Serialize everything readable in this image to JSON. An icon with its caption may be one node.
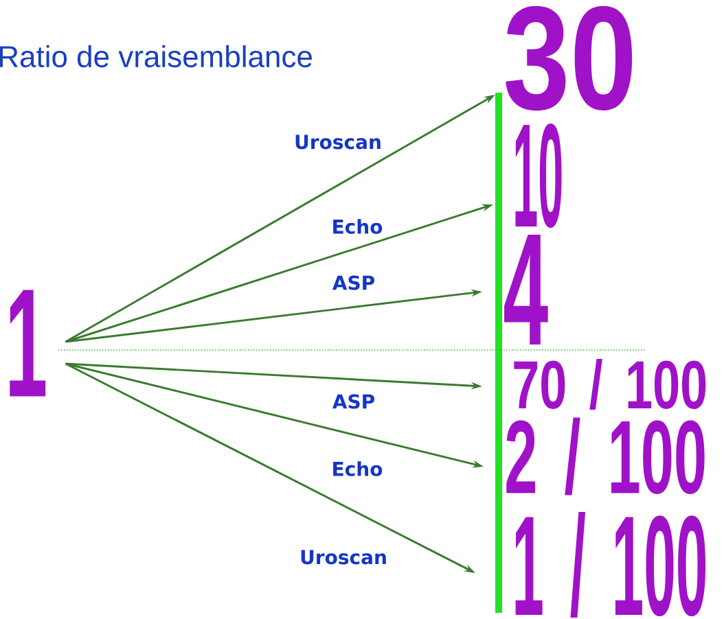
{
  "diagram": {
    "title": "Ratio de vraisemblance",
    "nodes": [
      {
        "text": [
          "1"
        ]
      },
      {
        "text": [
          "30"
        ]
      },
      {
        "text": [
          "10"
        ]
      },
      {
        "text": [
          "4"
        ]
      },
      {
        "text": [
          "70 / 100"
        ]
      },
      {
        "text": [
          "2 / 100"
        ]
      },
      {
        "text": [
          "1 / 100"
        ]
      }
    ],
    "edges": [
      {
        "from": 0,
        "to": 1,
        "arrow": "to",
        "label": "Uroscan"
      },
      {
        "from": 0,
        "to": 2,
        "arrow": "to",
        "label": "Echo"
      },
      {
        "from": 0,
        "to": 3,
        "arrow": "to",
        "label": "ASP"
      },
      {
        "from": 0,
        "to": 4,
        "arrow": "to",
        "label": "ASP"
      },
      {
        "from": 0,
        "to": 5,
        "arrow": "to",
        "label": "Echo"
      },
      {
        "from": 0,
        "to": 6,
        "arrow": "to",
        "label": "Uroscan"
      }
    ]
  }
}
